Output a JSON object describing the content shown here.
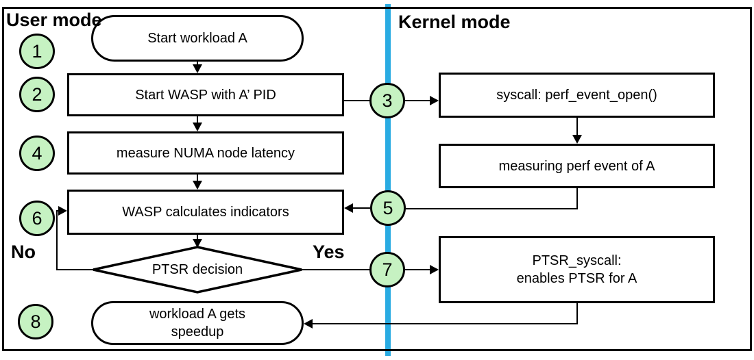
{
  "diagram": {
    "user_mode_label": "User mode",
    "kernel_mode_label": "Kernel mode",
    "no_label": "No",
    "yes_label": "Yes"
  },
  "steps": [
    "1",
    "2",
    "3",
    "4",
    "5",
    "6",
    "7",
    "8"
  ],
  "nodes": {
    "start_terminator": "Start workload A",
    "start_wasp": "Start WASP with A’ PID",
    "measure_numa": "measure NUMA node latency",
    "wasp_calculates": "WASP calculates indicators",
    "ptsr_decision": "PTSR decision",
    "syscall_open": "syscall: perf_event_open()",
    "measuring_perf": "measuring perf event of A",
    "ptsr_syscall_line1": "PTSR_syscall:",
    "ptsr_syscall_line2": "enables PTSR for A",
    "end_terminator_line1": "workload A gets",
    "end_terminator_line2": "speedup"
  },
  "colors": {
    "mode_divider": "#29abe2",
    "step_circle_fill": "#c6f2c2",
    "stroke": "#000000"
  }
}
